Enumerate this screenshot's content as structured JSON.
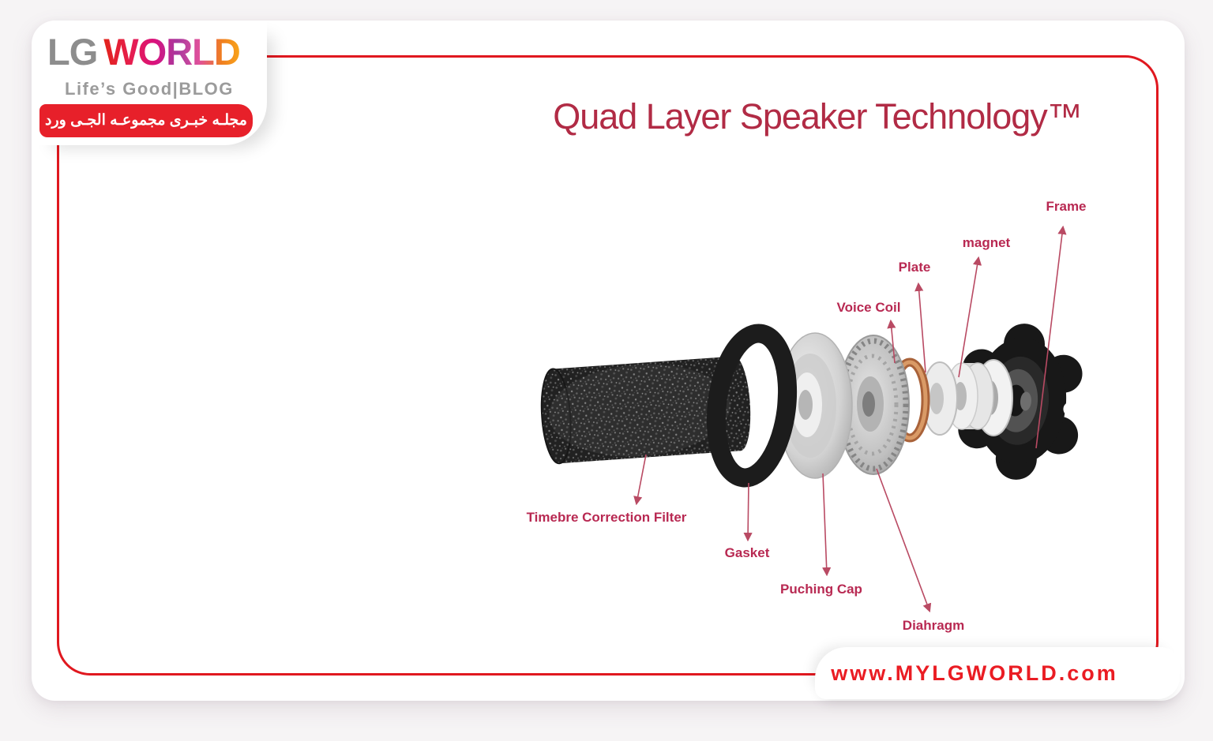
{
  "brand": {
    "logo_lg": "LG",
    "logo_world": "WORLD",
    "tagline": "Life’s Good|BLOG",
    "banner_text_ar": "مجلـه خبـری مجموعـه الجـی ورد"
  },
  "content": {
    "title": "Quad Layer Speaker Technology™"
  },
  "diagram": {
    "subject": "exploded speaker assembly",
    "labels": [
      {
        "id": "voice-coil",
        "text": "Voice Coil"
      },
      {
        "id": "plate",
        "text": "Plate"
      },
      {
        "id": "magnet",
        "text": "magnet"
      },
      {
        "id": "frame",
        "text": "Frame"
      },
      {
        "id": "timbre-correction-filter",
        "text": "Timebre Correction Filter"
      },
      {
        "id": "gasket",
        "text": "Gasket"
      },
      {
        "id": "puching-cap",
        "text": "Puching Cap"
      },
      {
        "id": "diahragm",
        "text": "Diahragm"
      }
    ]
  },
  "footer": {
    "website": "www.MYLGWORLD.com"
  },
  "colors": {
    "page_background": "#f6f4f5",
    "card_border": "#e0181f",
    "title_text": "#b12b45",
    "label_text": "#b82952",
    "arrow": "#b94a63",
    "banner_background": "#e7202a",
    "website_text": "#ea1c23",
    "logo_gray": "#8d8d8d"
  }
}
